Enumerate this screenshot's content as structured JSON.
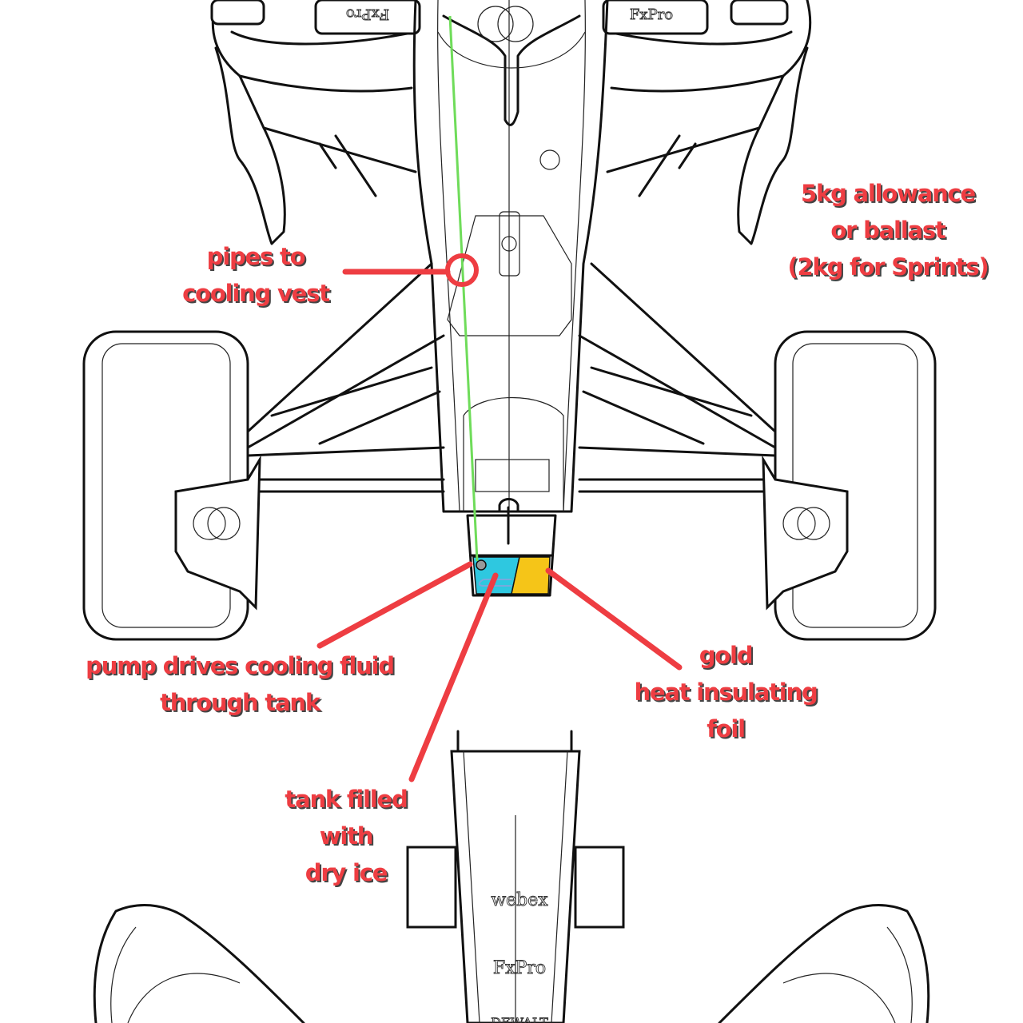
{
  "annotations": {
    "pipes": [
      "pipes to",
      "cooling vest"
    ],
    "ballast": [
      "5kg allowance",
      "or ballast",
      "(2kg for Sprints)"
    ],
    "pump": [
      "pump drives cooling fluid",
      "through tank"
    ],
    "foil": [
      "gold",
      "heat insulating",
      "foil"
    ],
    "tank": [
      "tank filled",
      "with",
      "dry ice"
    ]
  },
  "logos": {
    "sponsor_top_left": "FxPro",
    "sponsor_top_right": "FxPro",
    "nose_1": "webex",
    "nose_2": "FxPro",
    "nose_3": "DEWALT"
  },
  "colors": {
    "annotation": "#ee3d42",
    "cooling_fluid": "#2ec8e0",
    "gold_foil": "#f5c518",
    "pipe": "#6fdc5a"
  }
}
